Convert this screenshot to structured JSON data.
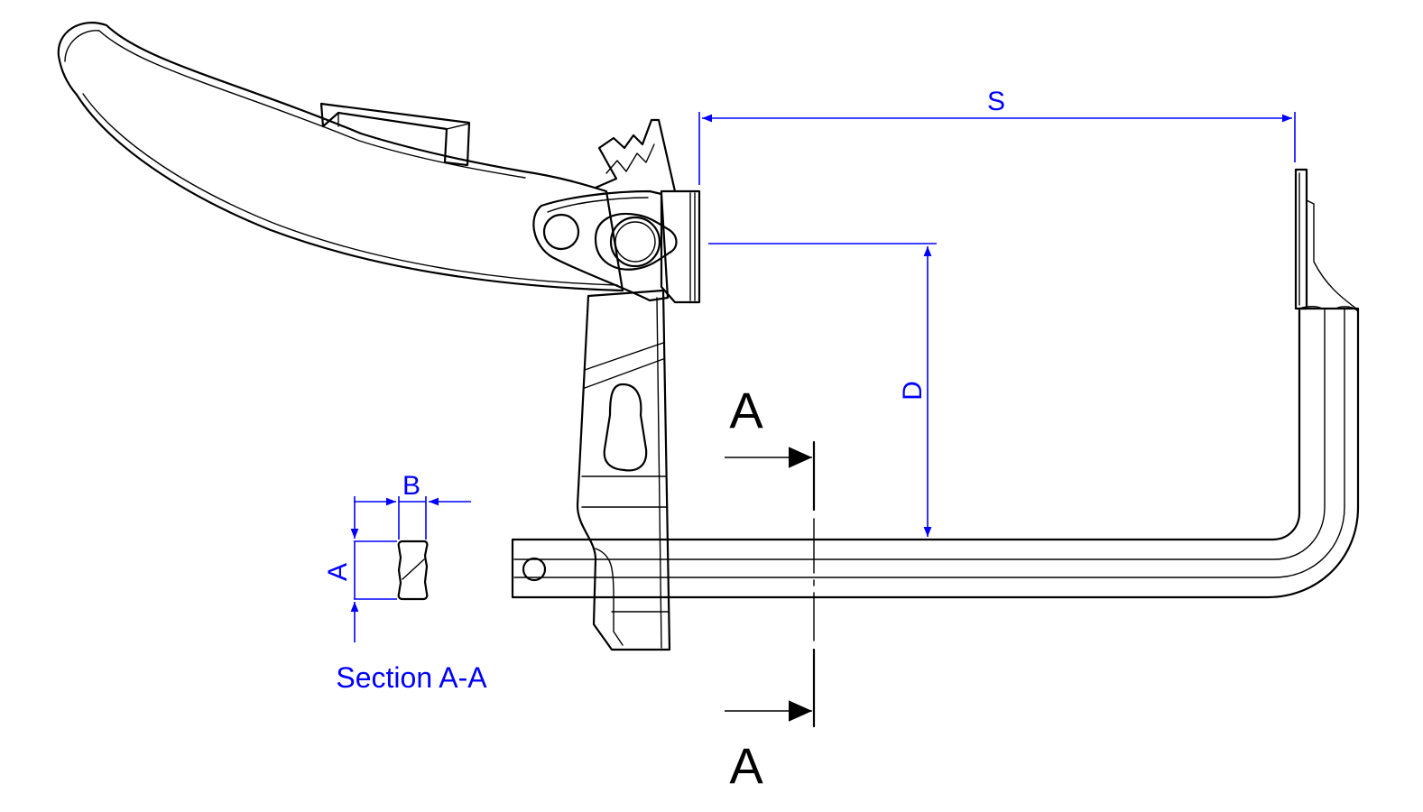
{
  "colors": {
    "dimension": "#0000ff",
    "outline": "#000000",
    "background": "#ffffff"
  },
  "dimensions": {
    "S": "S",
    "D": "D",
    "A": "A",
    "B": "B"
  },
  "section_marks": {
    "top": "A",
    "bottom": "A"
  },
  "section_caption": "Section A-A"
}
